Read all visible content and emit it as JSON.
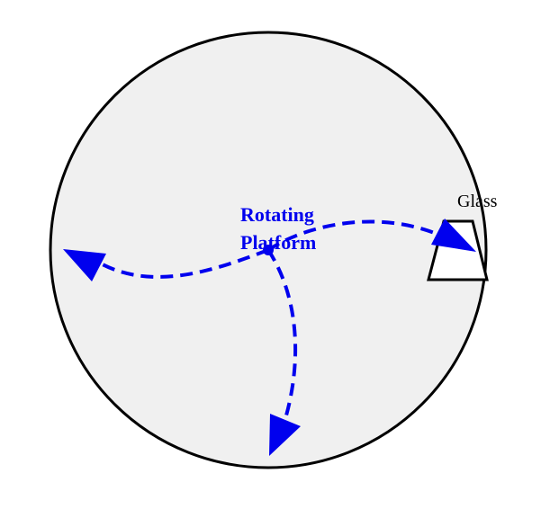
{
  "labels": {
    "platform_line1": "Rotating",
    "platform_line2": "Platform",
    "glass": "Glass"
  },
  "colors": {
    "arrow": "#0000ee",
    "platform_fill": "#f0f0f0",
    "outline": "#000000",
    "glass_fill": "#ffffff",
    "background": "#ffffff"
  }
}
